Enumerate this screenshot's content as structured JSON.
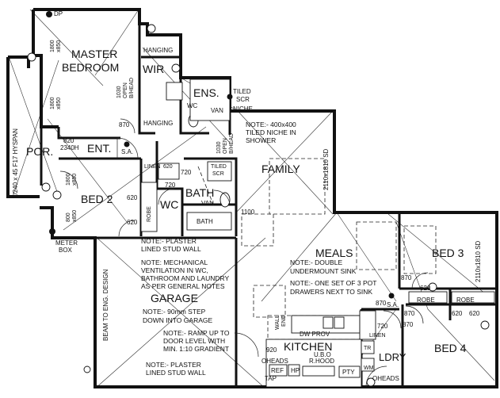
{
  "rooms": {
    "master_bedroom_1": "MASTER",
    "master_bedroom_2": "BEDROOM",
    "wir": "WIR",
    "ens": "ENS.",
    "por": "POR.",
    "ent": "ENT.",
    "family": "FAMILY",
    "bed2": "BED 2",
    "wc": "WC",
    "bath": "BATH",
    "meals": "MEALS",
    "bed3": "BED 3",
    "garage": "GARAGE",
    "kitchen": "KITCHEN",
    "ldry": "LDRY",
    "bed4": "BED 4"
  },
  "labels": {
    "hanging_top": "HANGING",
    "hanging_bottom": "HANGING",
    "wc_small": "WC",
    "van_ens": "VAN",
    "tiled_scr_1": "TILED",
    "tiled_scr_2": "SCR",
    "niche": "NICHE",
    "dp_top": "DP",
    "w1800_1": "1800",
    "w850_1": "x850",
    "w1800_2": "1800",
    "w850_2": "x850",
    "w1030_open": "1030",
    "open": "OPEN",
    "bhead": "B/HEAD",
    "s870_a": "870",
    "w820": "820",
    "w2340h": "2340H",
    "sa_ent": "S.A.",
    "beam_span": "2/240 x 45 F17 HYSPAN",
    "w1030_b": "1030",
    "open_b": "OPEN",
    "bhead_b": "B/HEAD",
    "linen": "LINEN",
    "s620_a": "620",
    "s720_a": "720",
    "tiled_scr_b1": "TILED",
    "tiled_scr_b2": "SCR",
    "s720_b": "720",
    "s620_b": "620",
    "robe_bed2": "ROBE",
    "s620_c": "620",
    "van_bath": "VAN",
    "bath_fix": "BATH",
    "w1800_bed2": "1800",
    "w850_bed2": "x850",
    "w800_bed2": "800",
    "w850_bed2b": "x850",
    "meter_box_1": "METER",
    "meter_box_2": "BOX",
    "s1100": "1100",
    "w2110_fam": "2110x1810 SD",
    "w2110_bed3": "2110x1810 SD",
    "s870_meals": "870",
    "s620_bed3": "620",
    "robe_bed3a": "ROBE",
    "robe_bed3b": "ROBE",
    "s620_bed4": "620",
    "s620_bed4b": "620",
    "sa_hall": "S.A.",
    "s870_h1": "870",
    "s870_h2": "870",
    "s870_h3": "870",
    "s720_l": "720",
    "linen_k": "LINEN",
    "wm": "WM",
    "tr": "TR",
    "beam_eng": "BEAM TO ENG. DESIGN",
    "wall_end_1": "WALL",
    "wall_end_2": "END",
    "dw_prov": "DW PROV",
    "s920": "920",
    "oheads_k": "OHEADS",
    "ubo": "U.B.O",
    "rhood": "R.HOOD",
    "ref": "REF",
    "tap": "TAP",
    "hp": "HP",
    "pty": "PTY",
    "oheads_l": "OHEADS"
  },
  "notes": {
    "niche_1": "NOTE:- 400x400",
    "niche_2": "TILED NICHE IN",
    "niche_3": "SHOWER",
    "plaster_1": "NOTE:- PLASTER",
    "plaster_2": "LINED STUD WALL",
    "mech_1": "NOTE: MECHANICAL",
    "mech_2": "VENTILATION IN WC,",
    "mech_3": "BATHROOM AND LAUNDRY",
    "mech_4": "AS PER GENERAL NOTES",
    "step_1": "NOTE:- 90mm STEP",
    "step_2": "DOWN INTO GARAGE",
    "ramp_1": "NOTE:- RAMP UP TO",
    "ramp_2": "DOOR LEVEL WITH",
    "ramp_3": "MIN. 1:10 GRADIENT",
    "plaster_b1": "NOTE:- PLASTER",
    "plaster_b2": "LINED STUD WALL",
    "sink_1": "NOTE:- DOUBLE",
    "sink_2": "UNDERMOUNT SINK",
    "pot_1": "NOTE:- ONE SET OF 3 POT",
    "pot_2": "DRAWERS NEXT TO SINK"
  }
}
